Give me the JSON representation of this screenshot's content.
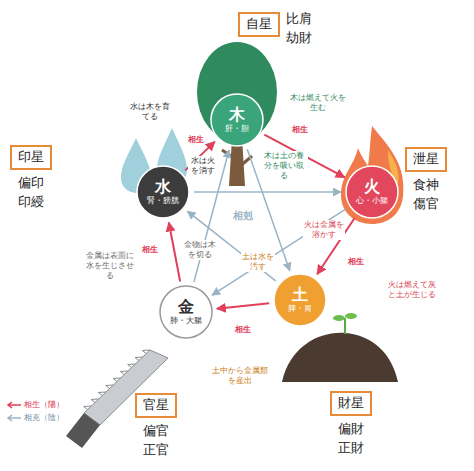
{
  "diagram": {
    "nodes": [
      {
        "text": [
          "自星",
          "比肩 劫財"
        ]
      },
      {
        "text": [
          "木",
          "肝・胆"
        ]
      },
      {
        "text": [
          "印星",
          "偏印 印綬"
        ]
      },
      {
        "text": [
          "泄星",
          "食神 傷官"
        ]
      },
      {
        "text": [
          "火",
          "心・小腸"
        ]
      },
      {
        "text": [
          "水",
          "腎・膀胱"
        ]
      },
      {
        "text": [
          "金",
          "肺・大腸"
        ]
      },
      {
        "text": [
          "土",
          "脾・胃"
        ]
      },
      {
        "text": [
          "官星",
          "偏官 正官"
        ]
      },
      {
        "text": [
          "財星",
          "偏財 正財"
        ]
      }
    ],
    "edges": [
      {
        "from": 1,
        "to": 4,
        "arrow": "to",
        "label": "木は燃えて火を生む"
      },
      {
        "from": 4,
        "to": 7,
        "arrow": "to",
        "label": "火は燃えて灰と土が生じる"
      },
      {
        "from": 7,
        "to": 6,
        "arrow": "to",
        "label": "土中から金属類を産出"
      },
      {
        "from": 6,
        "to": 5,
        "arrow": "to",
        "label": "金属は表面に水を生じさせる"
      },
      {
        "from": 5,
        "to": 1,
        "arrow": "to",
        "label": "水は木を育てる"
      },
      {
        "from": 1,
        "to": 7,
        "arrow": "to",
        "label": "木は土の養分を吸い取る"
      },
      {
        "from": 7,
        "to": 5,
        "arrow": "to",
        "label": "土は水を汚す"
      },
      {
        "from": 5,
        "to": 4,
        "arrow": "to",
        "label": "水は火を消す"
      },
      {
        "from": 4,
        "to": 6,
        "arrow": "to",
        "label": "火は金属を溶かす"
      },
      {
        "from": 6,
        "to": 1,
        "arrow": "to",
        "label": "金物は木を切る"
      }
    ],
    "labels": [
      "相生",
      "相生",
      "相生",
      "相生",
      "相生",
      "相剋"
    ],
    "legend": [
      {
        "text": "相生（陽）"
      },
      {
        "text": "相克（陰）"
      }
    ]
  }
}
